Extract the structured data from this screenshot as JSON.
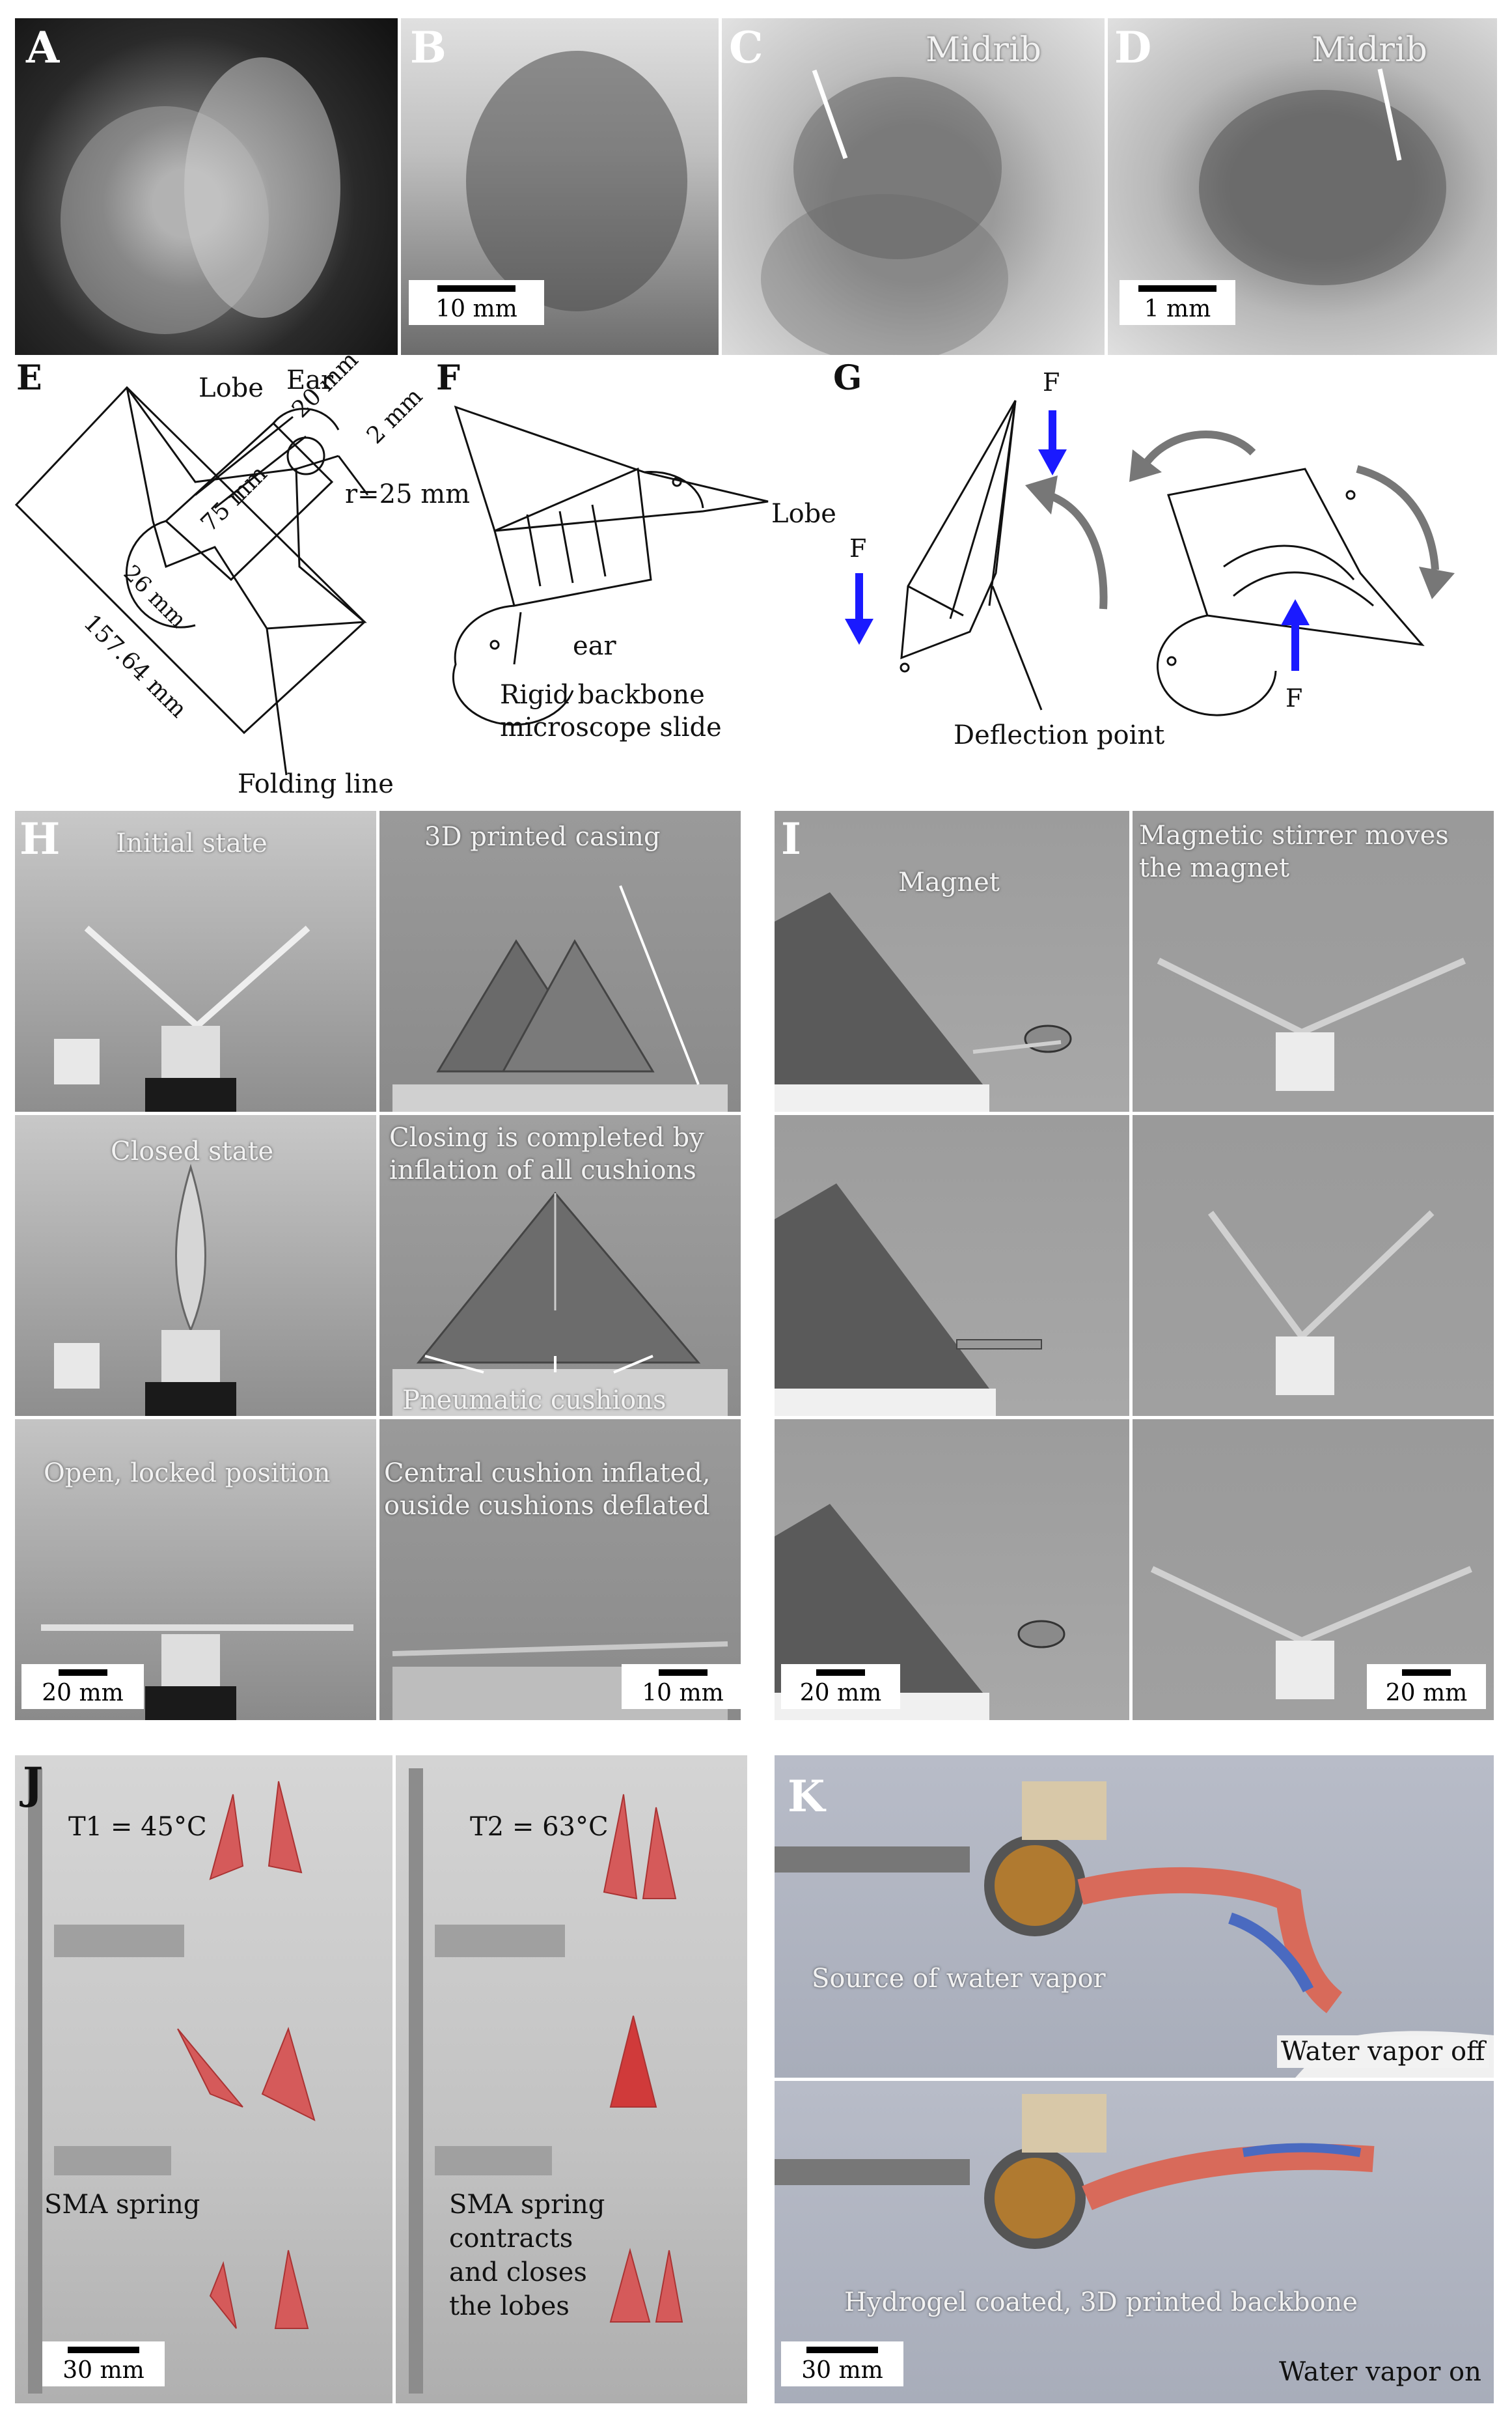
{
  "figure": {
    "panel_letters": [
      "A",
      "B",
      "C",
      "D",
      "E",
      "F",
      "G",
      "H",
      "I",
      "J",
      "K"
    ],
    "panel_b": {
      "scale": "10 mm"
    },
    "panel_c": {
      "label": "Midrib"
    },
    "panel_d": {
      "label": "Midrib",
      "scale": "1 mm"
    },
    "panel_e": {
      "lobe": "Lobe",
      "ear": "Ear",
      "dim_20": "20 mm",
      "dim_2": "2 mm",
      "dim_r": "r=25 mm",
      "dim_75": "75 mm",
      "dim_26": "26 mm",
      "dim_157": "157.64 mm",
      "folding_line": "Folding line"
    },
    "panel_f": {
      "lobe": "Lobe",
      "ear": "ear",
      "backbone_line1": "Rigid backbone",
      "backbone_line2": "microscope slide"
    },
    "panel_g": {
      "force": "F",
      "deflection": "Deflection point"
    },
    "panel_h": {
      "initial": "Initial state",
      "casing": "3D printed casing",
      "closed": "Closed state",
      "closing_line1": "Closing is completed by",
      "closing_line2": "inflation of all cushions",
      "cushions": "Pneumatic cushions",
      "open_locked": "Open, locked position",
      "central_line1": "Central cushion inflated,",
      "central_line2": "ouside cushions deflated",
      "scale_left": "20 mm",
      "scale_right": "10 mm"
    },
    "panel_i": {
      "magnet": "Magnet",
      "stirrer_line1": "Magnetic stirrer moves",
      "stirrer_line2": "the magnet",
      "scale_left": "20 mm",
      "scale_right": "20 mm"
    },
    "panel_j": {
      "t1": "T1 = 45°C",
      "t2": "T2 = 63°C",
      "sma": "SMA spring",
      "sma_line1": "SMA spring",
      "sma_line2": "contracts",
      "sma_line3": "and closes",
      "sma_line4": "the lobes",
      "scale": "30 mm"
    },
    "panel_k": {
      "source": "Source of water vapor",
      "vapor_off": "Water vapor off",
      "hydrogel": "Hydrogel coated, 3D printed backbone",
      "vapor_on": "Water vapor on",
      "scale": "30 mm"
    }
  }
}
